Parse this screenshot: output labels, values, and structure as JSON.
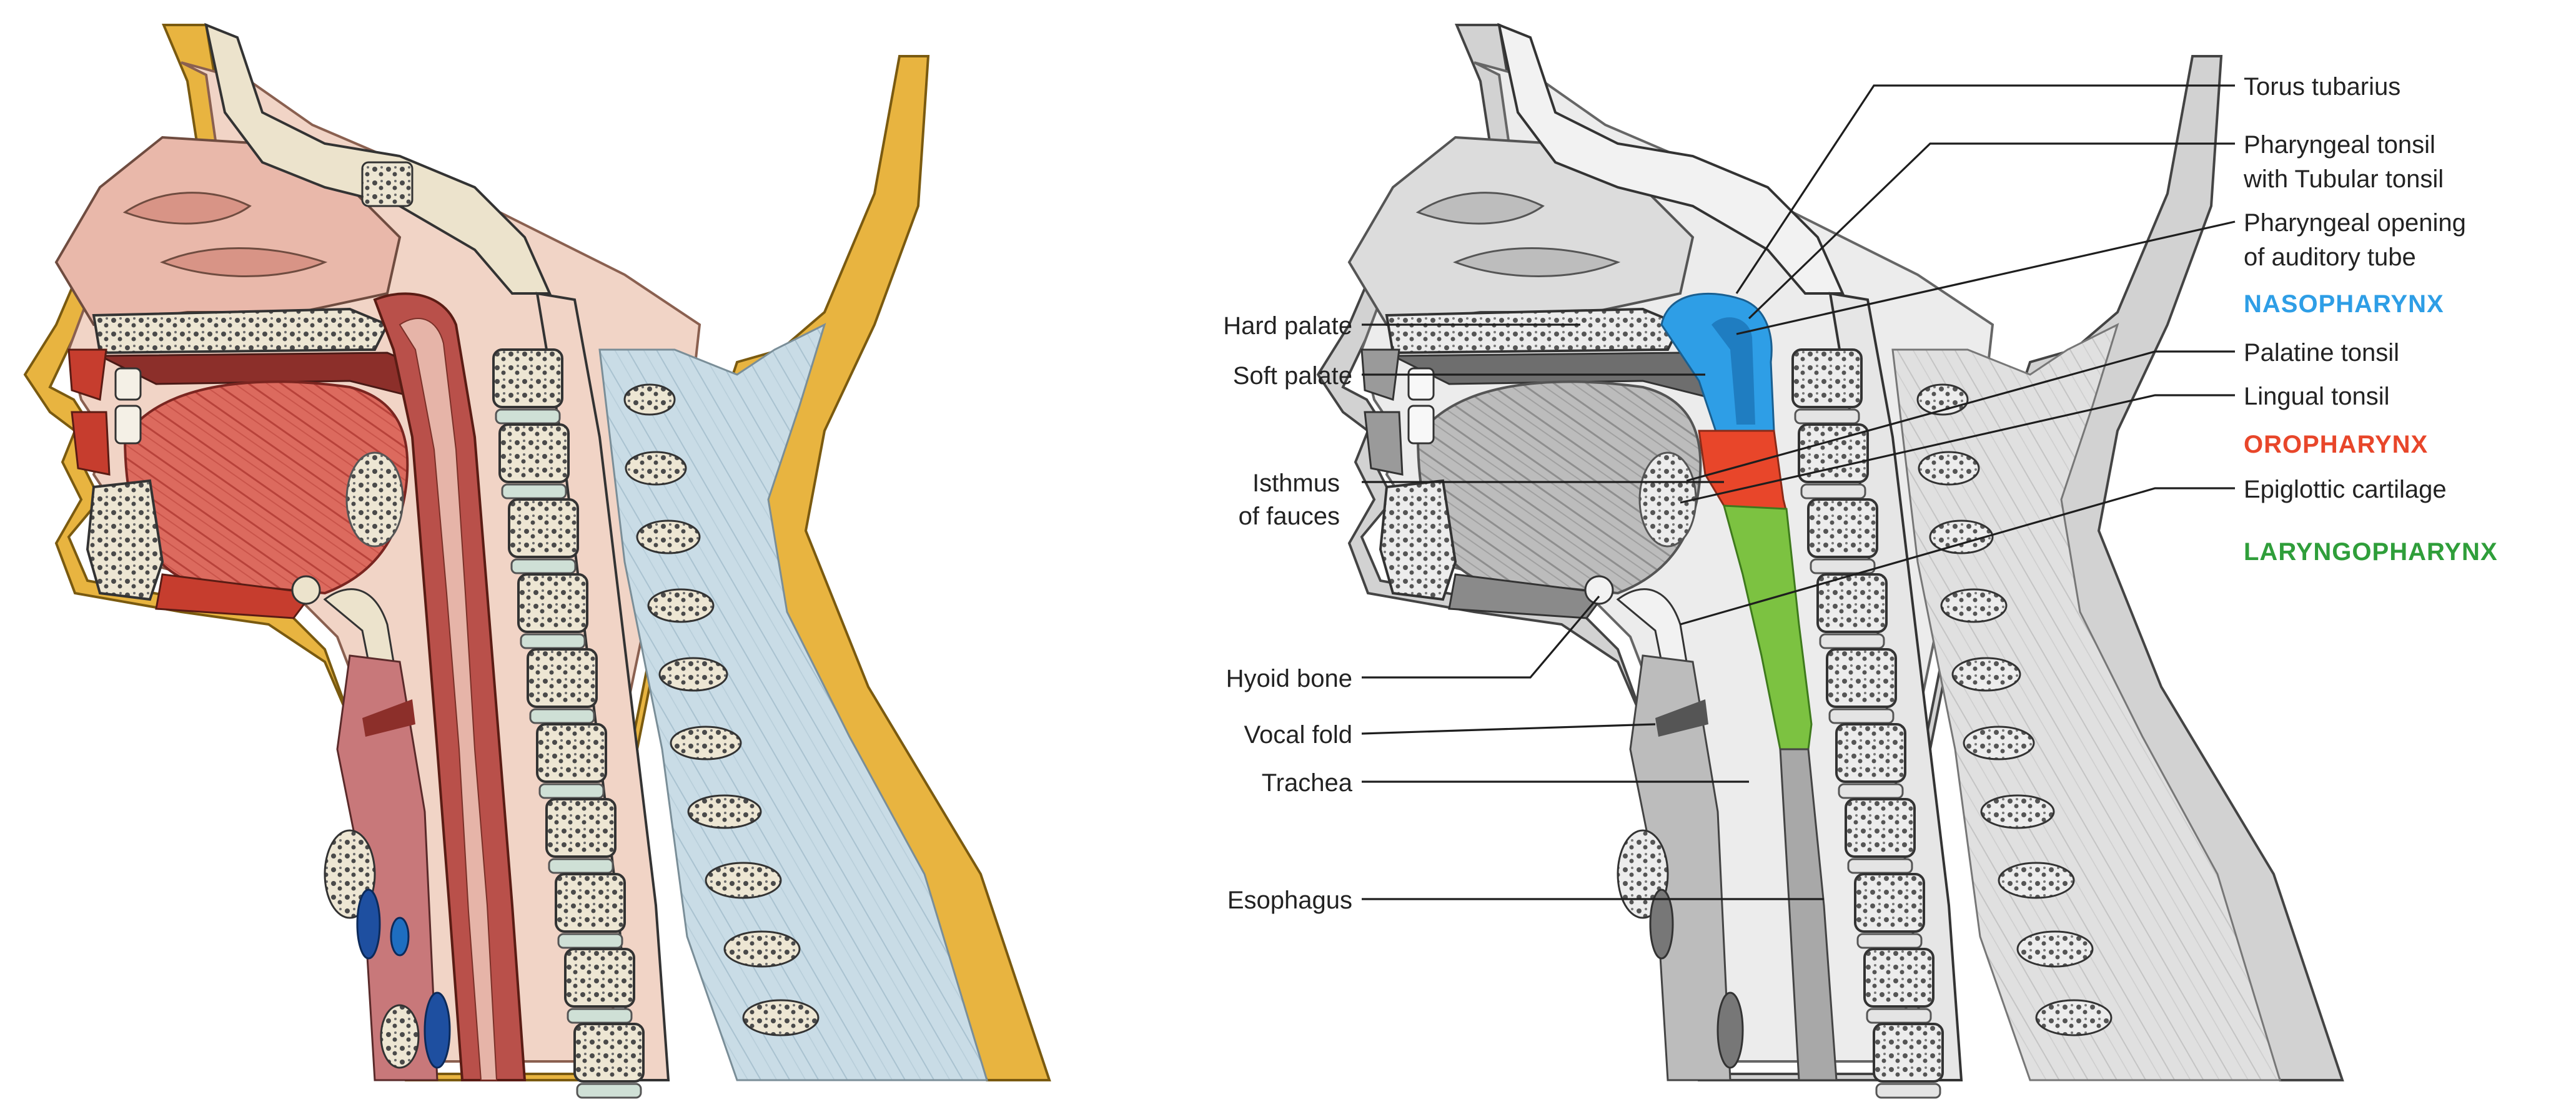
{
  "figure": {
    "left_panel": {
      "view": "colored-sagittal-section"
    },
    "right_panel": {
      "view": "grayscale-sagittal-section-with-pharynx-regions"
    }
  },
  "colors": {
    "nasopharynx": "#2e9ee6",
    "oropharynx": "#e8462a",
    "laryngopharynx": "#7cc241",
    "label_text": "#222222",
    "skin_fat": "#e8b440",
    "tissue_pink": "#eec3b5",
    "muscle_red": "#d64e40",
    "bone_light": "#ece3cc",
    "neck_fascia": "#c9dce6",
    "gray_tissue": "#d8d8d8"
  },
  "labels": {
    "left": [
      {
        "id": "hard-palate",
        "text": "Hard palate"
      },
      {
        "id": "soft-palate",
        "text": "Soft palate"
      },
      {
        "id": "isthmus-of-fauces",
        "lines": [
          "Isthmus",
          "of fauces"
        ]
      },
      {
        "id": "hyoid-bone",
        "text": "Hyoid bone"
      },
      {
        "id": "vocal-fold",
        "text": "Vocal fold"
      },
      {
        "id": "trachea",
        "text": "Trachea"
      },
      {
        "id": "esophagus",
        "text": "Esophagus"
      }
    ],
    "right": [
      {
        "id": "torus-tubarius",
        "lines": [
          "Torus tubarius"
        ]
      },
      {
        "id": "pharyngeal-tonsil",
        "lines": [
          "Pharyngeal tonsil",
          "with Tubular tonsil"
        ]
      },
      {
        "id": "pharyngeal-opening",
        "lines": [
          "Pharyngeal opening",
          "of auditory tube"
        ]
      },
      {
        "id": "palatine-tonsil",
        "lines": [
          "Palatine tonsil"
        ]
      },
      {
        "id": "lingual-tonsil",
        "lines": [
          "Lingual tonsil"
        ]
      },
      {
        "id": "epiglottic-cartilage",
        "lines": [
          "Epiglottic cartilage"
        ]
      }
    ],
    "regions": [
      {
        "id": "nasopharynx",
        "text": "NASOPHARYNX",
        "color": "#2e9ee6"
      },
      {
        "id": "oropharynx",
        "text": "OROPHARYNX",
        "color": "#e8462a"
      },
      {
        "id": "laryngopharynx",
        "text": "LARYNGOPHARYNX",
        "color": "#2f9e3a"
      }
    ]
  }
}
